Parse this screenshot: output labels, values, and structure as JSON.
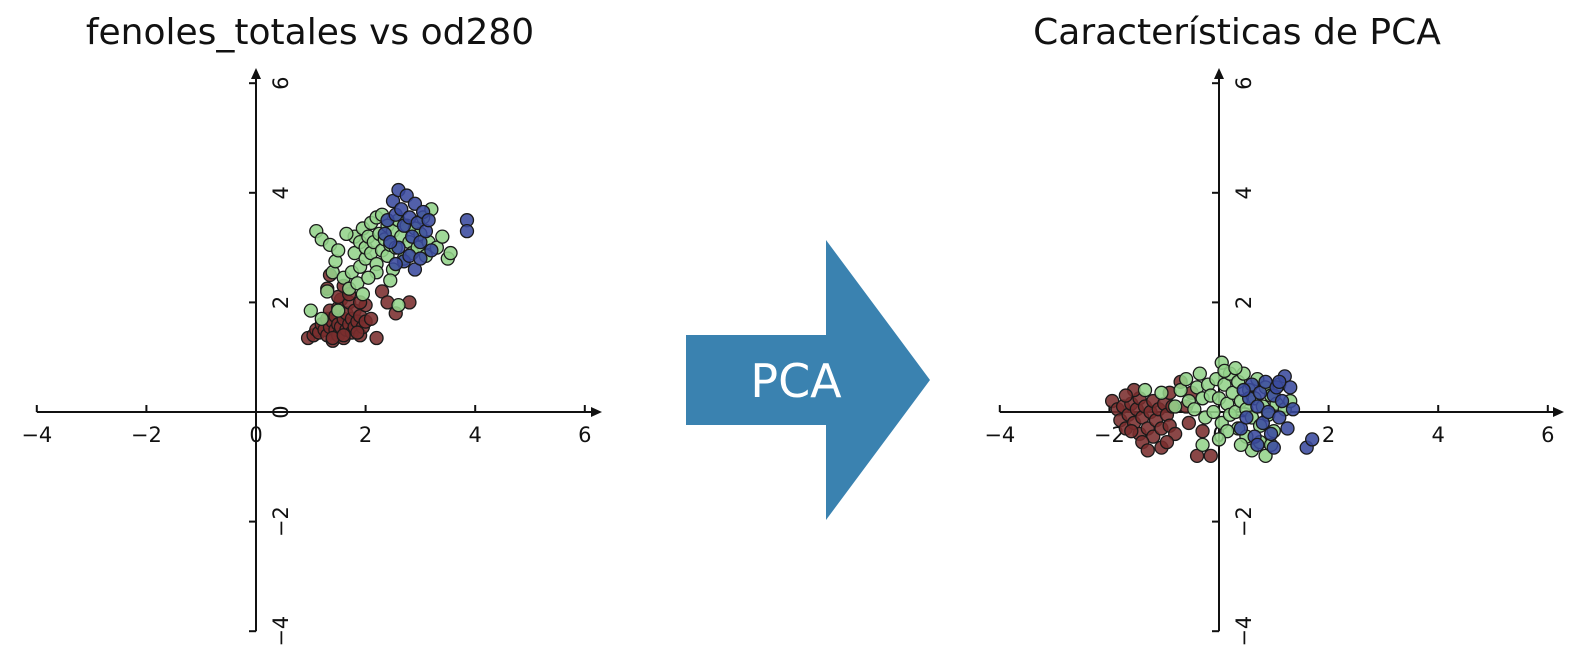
{
  "chart_data": [
    {
      "type": "scatter",
      "title": "fenoles_totales vs od280",
      "xlabel": "",
      "ylabel": "",
      "xlim": [
        -4,
        6
      ],
      "ylim": [
        -4,
        6
      ],
      "x_ticks": [
        "−4",
        "−2",
        "0",
        "2",
        "4",
        "6"
      ],
      "y_ticks": [
        "−4",
        "−2",
        "0",
        "2",
        "4",
        "6"
      ],
      "grid": false,
      "series": [
        {
          "color": "#7a2e2e",
          "points": [
            [
              0.95,
              1.35
            ],
            [
              1.05,
              1.4
            ],
            [
              1.1,
              1.5
            ],
            [
              1.15,
              1.45
            ],
            [
              1.2,
              1.6
            ],
            [
              1.25,
              1.5
            ],
            [
              1.3,
              1.4
            ],
            [
              1.3,
              1.7
            ],
            [
              1.35,
              1.55
            ],
            [
              1.35,
              1.85
            ],
            [
              1.4,
              1.3
            ],
            [
              1.4,
              1.65
            ],
            [
              1.45,
              1.5
            ],
            [
              1.45,
              1.75
            ],
            [
              1.5,
              1.4
            ],
            [
              1.5,
              1.6
            ],
            [
              1.5,
              1.9
            ],
            [
              1.55,
              1.55
            ],
            [
              1.55,
              2.05
            ],
            [
              1.6,
              1.35
            ],
            [
              1.6,
              1.7
            ],
            [
              1.65,
              1.5
            ],
            [
              1.65,
              1.8
            ],
            [
              1.7,
              1.6
            ],
            [
              1.7,
              2.0
            ],
            [
              1.75,
              1.45
            ],
            [
              1.75,
              1.7
            ],
            [
              1.8,
              1.55
            ],
            [
              1.8,
              1.85
            ],
            [
              1.85,
              1.65
            ],
            [
              1.9,
              1.4
            ],
            [
              1.9,
              1.75
            ],
            [
              1.95,
              1.55
            ],
            [
              2.0,
              1.65
            ],
            [
              2.0,
              1.95
            ],
            [
              2.1,
              1.7
            ],
            [
              2.2,
              1.35
            ],
            [
              1.3,
              2.25
            ],
            [
              1.35,
              2.5
            ],
            [
              1.5,
              2.1
            ],
            [
              1.6,
              2.3
            ],
            [
              1.7,
              2.15
            ],
            [
              1.9,
              2.0
            ],
            [
              2.3,
              2.2
            ],
            [
              2.4,
              2.0
            ],
            [
              2.55,
              1.8
            ],
            [
              2.8,
              2.0
            ],
            [
              1.4,
              1.35
            ],
            [
              1.6,
              1.4
            ],
            [
              1.85,
              1.45
            ]
          ]
        },
        {
          "color": "#93d38a",
          "points": [
            [
              1.0,
              1.85
            ],
            [
              1.2,
              1.7
            ],
            [
              1.3,
              2.2
            ],
            [
              1.4,
              2.55
            ],
            [
              1.45,
              2.75
            ],
            [
              1.5,
              1.85
            ],
            [
              1.6,
              2.45
            ],
            [
              1.7,
              2.25
            ],
            [
              1.75,
              2.55
            ],
            [
              1.8,
              2.9
            ],
            [
              1.8,
              3.2
            ],
            [
              1.85,
              2.35
            ],
            [
              1.9,
              2.65
            ],
            [
              1.9,
              3.1
            ],
            [
              1.95,
              3.35
            ],
            [
              2.0,
              2.8
            ],
            [
              2.0,
              3.0
            ],
            [
              2.05,
              3.2
            ],
            [
              2.1,
              2.9
            ],
            [
              2.1,
              3.45
            ],
            [
              2.15,
              3.1
            ],
            [
              2.2,
              2.7
            ],
            [
              2.2,
              3.55
            ],
            [
              2.25,
              3.25
            ],
            [
              2.3,
              2.95
            ],
            [
              2.3,
              3.6
            ],
            [
              2.35,
              3.15
            ],
            [
              2.4,
              2.85
            ],
            [
              2.4,
              3.4
            ],
            [
              2.45,
              3.05
            ],
            [
              2.5,
              3.3
            ],
            [
              2.55,
              3.0
            ],
            [
              2.6,
              3.5
            ],
            [
              2.6,
              1.95
            ],
            [
              2.65,
              3.2
            ],
            [
              2.7,
              2.8
            ],
            [
              2.75,
              3.4
            ],
            [
              2.8,
              3.1
            ],
            [
              2.85,
              2.9
            ],
            [
              2.9,
              3.35
            ],
            [
              2.95,
              3.0
            ],
            [
              3.0,
              3.25
            ],
            [
              3.05,
              3.55
            ],
            [
              3.1,
              2.85
            ],
            [
              3.15,
              3.1
            ],
            [
              3.2,
              3.7
            ],
            [
              3.3,
              3.0
            ],
            [
              3.4,
              3.2
            ],
            [
              3.5,
              2.8
            ],
            [
              3.55,
              2.9
            ],
            [
              1.1,
              3.3
            ],
            [
              1.2,
              3.15
            ],
            [
              1.35,
              3.05
            ],
            [
              1.5,
              2.95
            ],
            [
              1.65,
              3.25
            ],
            [
              2.5,
              2.6
            ],
            [
              2.45,
              2.4
            ],
            [
              2.2,
              2.55
            ],
            [
              2.05,
              2.45
            ],
            [
              1.95,
              2.15
            ]
          ]
        },
        {
          "color": "#3a4a9e",
          "points": [
            [
              2.4,
              3.5
            ],
            [
              2.5,
              3.85
            ],
            [
              2.55,
              3.6
            ],
            [
              2.6,
              4.05
            ],
            [
              2.65,
              3.7
            ],
            [
              2.7,
              3.4
            ],
            [
              2.75,
              3.95
            ],
            [
              2.8,
              3.55
            ],
            [
              2.85,
              3.2
            ],
            [
              2.9,
              3.8
            ],
            [
              2.95,
              3.45
            ],
            [
              3.0,
              3.1
            ],
            [
              3.05,
              3.65
            ],
            [
              3.1,
              3.3
            ],
            [
              3.15,
              3.5
            ],
            [
              3.2,
              2.95
            ],
            [
              2.6,
              3.0
            ],
            [
              2.7,
              2.75
            ],
            [
              2.8,
              2.85
            ],
            [
              2.9,
              2.6
            ],
            [
              3.0,
              2.8
            ],
            [
              2.55,
              2.7
            ],
            [
              3.85,
              3.5
            ],
            [
              3.85,
              3.3
            ],
            [
              2.35,
              3.25
            ],
            [
              2.45,
              3.1
            ]
          ]
        }
      ]
    },
    {
      "type": "scatter",
      "title": "Características de PCA",
      "xlabel": "",
      "ylabel": "",
      "xlim": [
        -4,
        6
      ],
      "ylim": [
        -4,
        6
      ],
      "x_ticks": [
        "−4",
        "−2",
        "0",
        "2",
        "4",
        "6"
      ],
      "y_ticks": [
        "−4",
        "−2",
        "0",
        "2",
        "4",
        "6"
      ],
      "grid": false,
      "series": [
        {
          "color": "#7a2e2e",
          "points": [
            [
              -1.95,
              0.2
            ],
            [
              -1.85,
              0.05
            ],
            [
              -1.8,
              -0.15
            ],
            [
              -1.75,
              0.1
            ],
            [
              -1.7,
              -0.3
            ],
            [
              -1.65,
              -0.05
            ],
            [
              -1.6,
              0.15
            ],
            [
              -1.55,
              -0.2
            ],
            [
              -1.5,
              0.05
            ],
            [
              -1.45,
              -0.4
            ],
            [
              -1.45,
              0.25
            ],
            [
              -1.4,
              -0.1
            ],
            [
              -1.35,
              0.1
            ],
            [
              -1.3,
              -0.3
            ],
            [
              -1.25,
              0.0
            ],
            [
              -1.2,
              -0.45
            ],
            [
              -1.2,
              0.2
            ],
            [
              -1.15,
              -0.15
            ],
            [
              -1.1,
              0.05
            ],
            [
              -1.05,
              -0.3
            ],
            [
              -1.0,
              0.15
            ],
            [
              -0.95,
              -0.05
            ],
            [
              -0.9,
              -0.25
            ],
            [
              -0.85,
              0.1
            ],
            [
              -0.8,
              -0.4
            ],
            [
              -1.4,
              -0.55
            ],
            [
              -1.3,
              -0.7
            ],
            [
              -1.05,
              -0.65
            ],
            [
              -0.6,
              0.1
            ],
            [
              -0.55,
              -0.2
            ],
            [
              -0.5,
              0.35
            ],
            [
              -0.7,
              0.55
            ],
            [
              -0.9,
              0.35
            ],
            [
              -1.55,
              0.4
            ],
            [
              -1.7,
              0.3
            ],
            [
              -0.3,
              -0.35
            ],
            [
              -0.4,
              -0.8
            ],
            [
              -0.15,
              -0.8
            ],
            [
              -0.95,
              -0.55
            ],
            [
              -1.6,
              -0.35
            ]
          ]
        },
        {
          "color": "#93d38a",
          "points": [
            [
              -1.35,
              0.4
            ],
            [
              -1.05,
              0.35
            ],
            [
              -0.8,
              0.1
            ],
            [
              -0.7,
              0.4
            ],
            [
              -0.6,
              0.6
            ],
            [
              -0.55,
              0.2
            ],
            [
              -0.45,
              0.05
            ],
            [
              -0.4,
              0.45
            ],
            [
              -0.35,
              0.7
            ],
            [
              -0.3,
              0.25
            ],
            [
              -0.25,
              -0.1
            ],
            [
              -0.2,
              0.5
            ],
            [
              -0.15,
              0.3
            ],
            [
              -0.1,
              0.0
            ],
            [
              -0.05,
              0.6
            ],
            [
              0.0,
              0.25
            ],
            [
              0.05,
              0.9
            ],
            [
              0.05,
              -0.2
            ],
            [
              0.1,
              0.5
            ],
            [
              0.15,
              0.15
            ],
            [
              0.2,
              0.7
            ],
            [
              0.2,
              -0.05
            ],
            [
              0.25,
              0.35
            ],
            [
              0.3,
              0.0
            ],
            [
              0.35,
              0.55
            ],
            [
              0.35,
              -0.3
            ],
            [
              0.4,
              0.2
            ],
            [
              0.45,
              0.7
            ],
            [
              0.5,
              0.05
            ],
            [
              0.55,
              0.4
            ],
            [
              0.6,
              -0.1
            ],
            [
              0.65,
              0.25
            ],
            [
              0.7,
              0.6
            ],
            [
              0.75,
              -0.25
            ],
            [
              0.8,
              0.1
            ],
            [
              0.85,
              0.45
            ],
            [
              0.9,
              -0.05
            ],
            [
              0.95,
              0.3
            ],
            [
              1.0,
              -0.35
            ],
            [
              1.05,
              0.15
            ],
            [
              1.1,
              0.5
            ],
            [
              1.2,
              0.05
            ],
            [
              1.3,
              0.2
            ],
            [
              0.5,
              -0.45
            ],
            [
              0.6,
              -0.7
            ],
            [
              0.75,
              -0.55
            ],
            [
              0.85,
              -0.8
            ],
            [
              0.95,
              -0.6
            ],
            [
              0.4,
              -0.6
            ],
            [
              0.15,
              -0.35
            ],
            [
              0.1,
              0.75
            ],
            [
              0.3,
              0.8
            ],
            [
              -0.3,
              -0.6
            ],
            [
              0.0,
              -0.5
            ]
          ]
        },
        {
          "color": "#3a4a9e",
          "points": [
            [
              0.4,
              -0.3
            ],
            [
              0.5,
              -0.1
            ],
            [
              0.55,
              0.25
            ],
            [
              0.6,
              0.5
            ],
            [
              0.65,
              -0.45
            ],
            [
              0.7,
              0.1
            ],
            [
              0.75,
              0.35
            ],
            [
              0.8,
              -0.2
            ],
            [
              0.85,
              0.55
            ],
            [
              0.9,
              0.0
            ],
            [
              0.95,
              -0.4
            ],
            [
              1.0,
              0.3
            ],
            [
              1.05,
              0.45
            ],
            [
              1.1,
              -0.1
            ],
            [
              1.15,
              0.2
            ],
            [
              1.2,
              0.65
            ],
            [
              1.25,
              -0.3
            ],
            [
              1.3,
              0.45
            ],
            [
              1.35,
              0.05
            ],
            [
              0.7,
              -0.6
            ],
            [
              1.0,
              -0.65
            ],
            [
              1.6,
              -0.65
            ],
            [
              1.7,
              -0.5
            ],
            [
              1.1,
              0.55
            ],
            [
              0.45,
              0.4
            ]
          ]
        }
      ]
    }
  ],
  "arrow": {
    "label": "PCA",
    "color": "#3a82b0"
  }
}
